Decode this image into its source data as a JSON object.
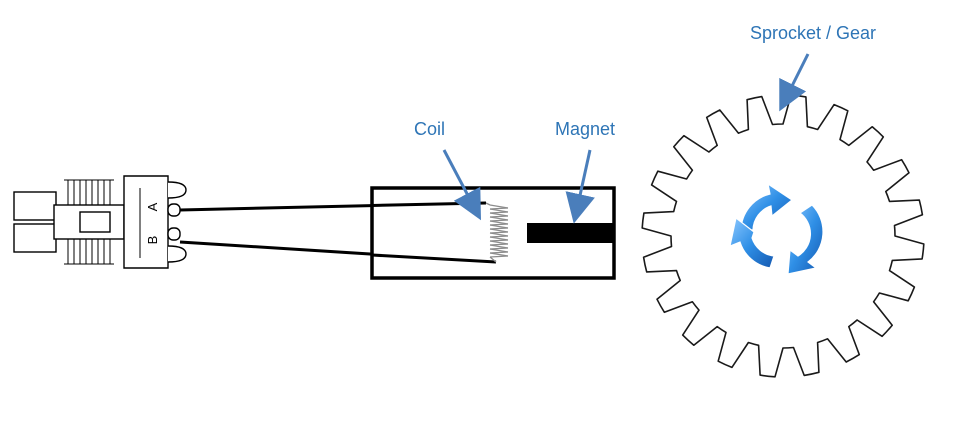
{
  "labels": {
    "coil": "Coil",
    "magnet": "Magnet",
    "gear": "Sprocket / Gear"
  },
  "connector": {
    "pin_a": "A",
    "pin_b": "B"
  },
  "gear": {
    "teeth": 20
  },
  "colors": {
    "label_text": "#2e75b6",
    "arrow": "#4a7ebb",
    "outline": "#000000",
    "gear_outline": "#1a1a1a",
    "coil": "#8c8c8c",
    "rotate_icon": "#2f8fe6"
  },
  "icons": {
    "rotation": "rotate-arrows-icon"
  }
}
